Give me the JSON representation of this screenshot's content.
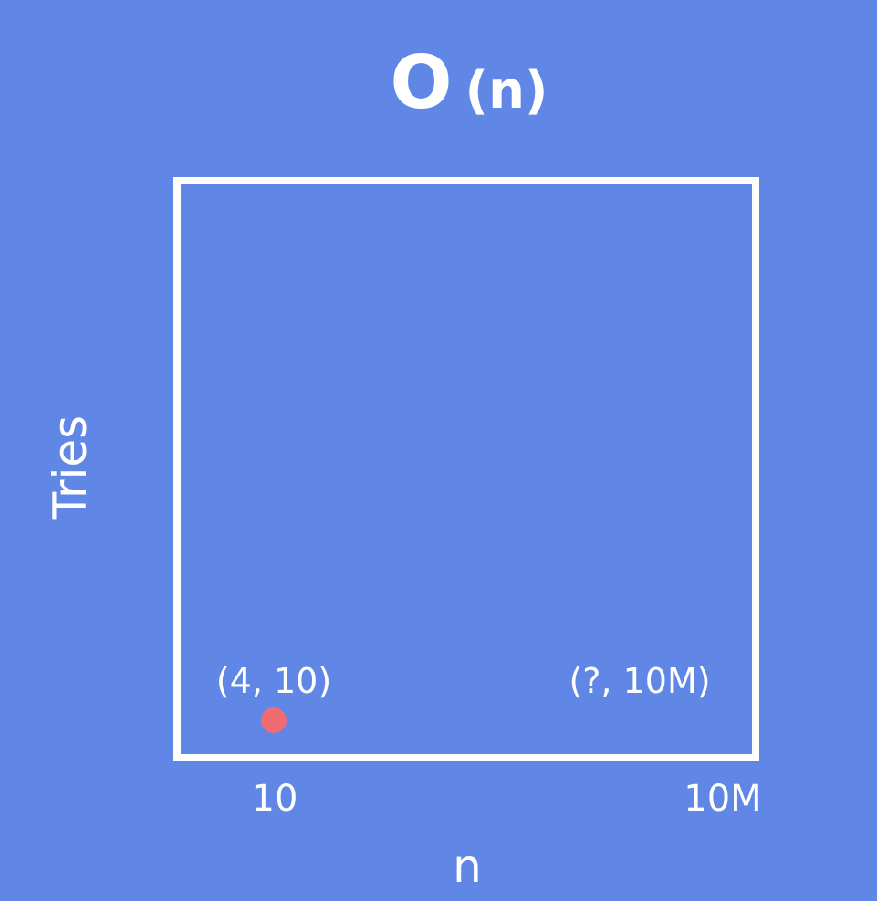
{
  "chart_data": {
    "type": "scatter",
    "title": "O(n)",
    "title_parts": {
      "main": "O",
      "arg": "(n)"
    },
    "xlabel": "n",
    "ylabel": "Tries",
    "x_ticks": [
      "10",
      "10M"
    ],
    "points": [
      {
        "label": "(4, 10)",
        "x": "10",
        "y": 4,
        "color": "#f16b73"
      }
    ],
    "annotations": [
      {
        "text": "(?, 10M)"
      }
    ],
    "grid": false,
    "colors": {
      "background": "#6087e6",
      "frame": "#ffffff",
      "point": "#f16b73"
    }
  }
}
